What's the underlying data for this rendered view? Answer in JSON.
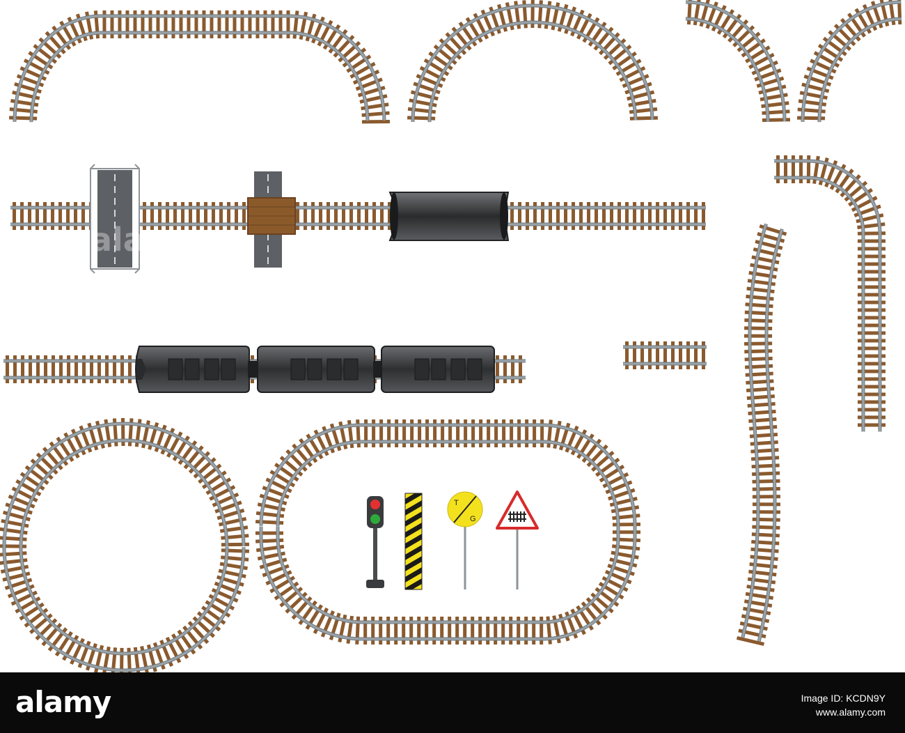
{
  "colors": {
    "sleeper": "#8a5a2e",
    "sleeper_dark": "#6b4220",
    "rail": "#9aa3a8",
    "rail_edge": "#6f787d",
    "train": "#3c3d3f",
    "road": "#5d6064",
    "platform": "#8b5a2b",
    "signal_red": "#e53030",
    "signal_green": "#2eaa3a",
    "sign_yellow": "#f4e11e",
    "warning_red": "#d82a2a",
    "footer_bg": "#0a0a0a"
  },
  "signs": {
    "yellow_sign_top": "T",
    "yellow_sign_bottom": "G"
  },
  "watermark": "alamy",
  "footer": {
    "logo": "alamy",
    "image_id": "Image ID: KCDN9Y",
    "site": "www.alamy.com"
  }
}
